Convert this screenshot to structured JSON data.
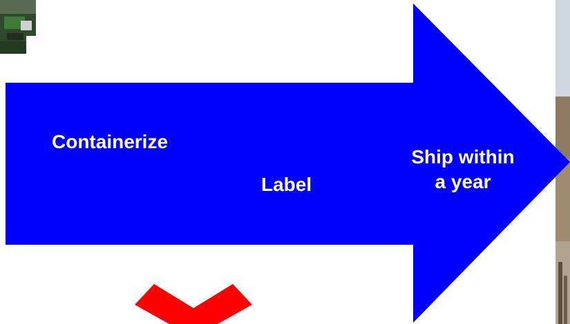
{
  "arrow": {
    "color": "#0000ff",
    "steps": [
      "Containerize",
      "Label"
    ],
    "final_step_line1": "Ship within",
    "final_step_line2": "a year"
  },
  "marks": {
    "red_x_color": "#ff0000"
  },
  "images": {
    "top_left": "circuit-board-photo",
    "right_edge": "warehouse-photo"
  }
}
